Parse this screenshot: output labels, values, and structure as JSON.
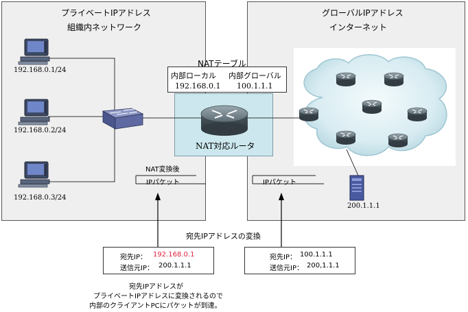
{
  "left_zone": {
    "title": "プライベートIPアドレス",
    "subtitle": "組織内ネットワーク"
  },
  "right_zone": {
    "title": "グローバルIPアドレス",
    "subtitle": "インターネット"
  },
  "hosts": [
    {
      "ip": "192.168.0.1/24"
    },
    {
      "ip": "192.168.0.2/24"
    },
    {
      "ip": "192.168.0.3/24"
    }
  ],
  "nat_table": {
    "title": "NATテーブル",
    "headers": [
      "内部ローカル",
      "内部グローバル"
    ],
    "row": [
      "192.168.0.1",
      "100.1.1.1"
    ]
  },
  "router": {
    "label": "NAT対応ルータ"
  },
  "nat_after": {
    "label": "NAT変換後"
  },
  "packets": {
    "left_label": "IPパケット",
    "right_label": "IPパケット"
  },
  "server": {
    "ip": "200.1.1.1"
  },
  "conversion_label": "宛先IPアドレスの変換",
  "left_header": {
    "dst_label": "宛先IP：",
    "dst_value": "192.168.0.1",
    "src_label": "送信元IP：",
    "src_value": "200.1.1.1"
  },
  "right_header": {
    "dst_label": "宛先IP：",
    "dst_value": "100.1.1.1",
    "src_label": "送信元IP：",
    "src_value": "200,1.1.1"
  },
  "note_lines": [
    "宛先IPアドレスが",
    "プライベートIPアドレスに変換されるので",
    "内部のクライアントPCにパケットが到達。"
  ],
  "colors": {
    "zone_bg": "#efefef",
    "nat_area": "#cce8ee",
    "router_body": "#5c6b73",
    "accent_red": "#e0203a"
  }
}
